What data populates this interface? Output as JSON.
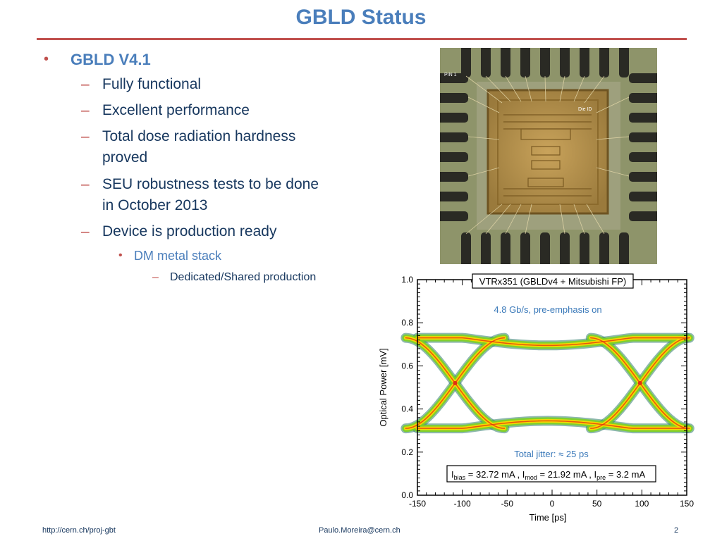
{
  "slide": {
    "title": "GBLD Status"
  },
  "content": {
    "level1": "GBLD V4.1",
    "items": [
      "Fully functional",
      "Excellent performance",
      "Total dose radiation hardness",
      "proved",
      "SEU robustness tests to be done",
      "in October 2013",
      "Device is production ready"
    ],
    "sub_item": "DM metal stack",
    "sub_sub_item": "Dedicated/Shared production",
    "bullet_marker": "•",
    "dash_marker": "–"
  },
  "die_photo": {
    "pin_label": "PIN 1",
    "die_id_label": "Die ID"
  },
  "chart_data": {
    "type": "eye-diagram",
    "title": "VTRx351 (GBLDv4 + Mitsubishi FP)",
    "annotation_top": "4.8 Gb/s, pre-emphasis on",
    "annotation_jitter": "Total jitter: ≈ 25 ps",
    "currents": {
      "bias": "32.72 mA",
      "mod": "21.92 mA",
      "pre": "3.2 mA",
      "bias_label": "I",
      "bias_sub": "bias",
      "mod_label": "I",
      "mod_sub": "mod",
      "pre_label": "I",
      "pre_sub": "pre"
    },
    "xlabel": "Time [ps]",
    "ylabel": "Optical Power [mV]",
    "xlim": [
      -150,
      150
    ],
    "ylim": [
      0.0,
      1.0
    ],
    "xticks": [
      "-150",
      "-100",
      "-50",
      "0",
      "50",
      "100",
      "150"
    ],
    "yticks": [
      "0.0",
      "0.2",
      "0.4",
      "0.6",
      "0.8",
      "1.0"
    ],
    "levels": {
      "high": 0.73,
      "low": 0.31,
      "eye_high_min": 0.695,
      "eye_low_max": 0.345
    },
    "crossings_ps": [
      -108,
      98
    ],
    "crossing_level": 0.52,
    "colors": {
      "outer": "#2f7d6a",
      "mid": "#7cd321",
      "inner": "#ffd700",
      "core": "#e03010"
    }
  },
  "footer": {
    "left": "http://cern.ch/proj-gbt",
    "center": "Paulo.Moreira@cern.ch",
    "page": "2"
  },
  "colors": {
    "title": "#4a7ebb",
    "rule": "#c0504d",
    "body_text": "#17375e",
    "bullet": "#c0504d"
  }
}
